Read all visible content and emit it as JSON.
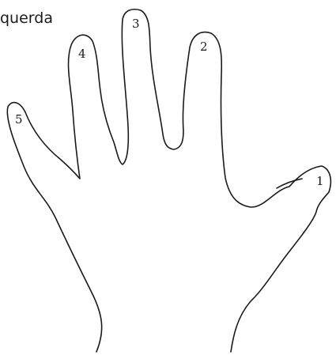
{
  "caption": "querda",
  "fingers": [
    {
      "name": "thumb",
      "number": "1"
    },
    {
      "name": "index",
      "number": "2"
    },
    {
      "name": "middle",
      "number": "3"
    },
    {
      "name": "ring",
      "number": "4"
    },
    {
      "name": "pinky",
      "number": "5"
    }
  ],
  "colors": {
    "stroke": "#1a1a1a",
    "background": "#ffffff"
  }
}
